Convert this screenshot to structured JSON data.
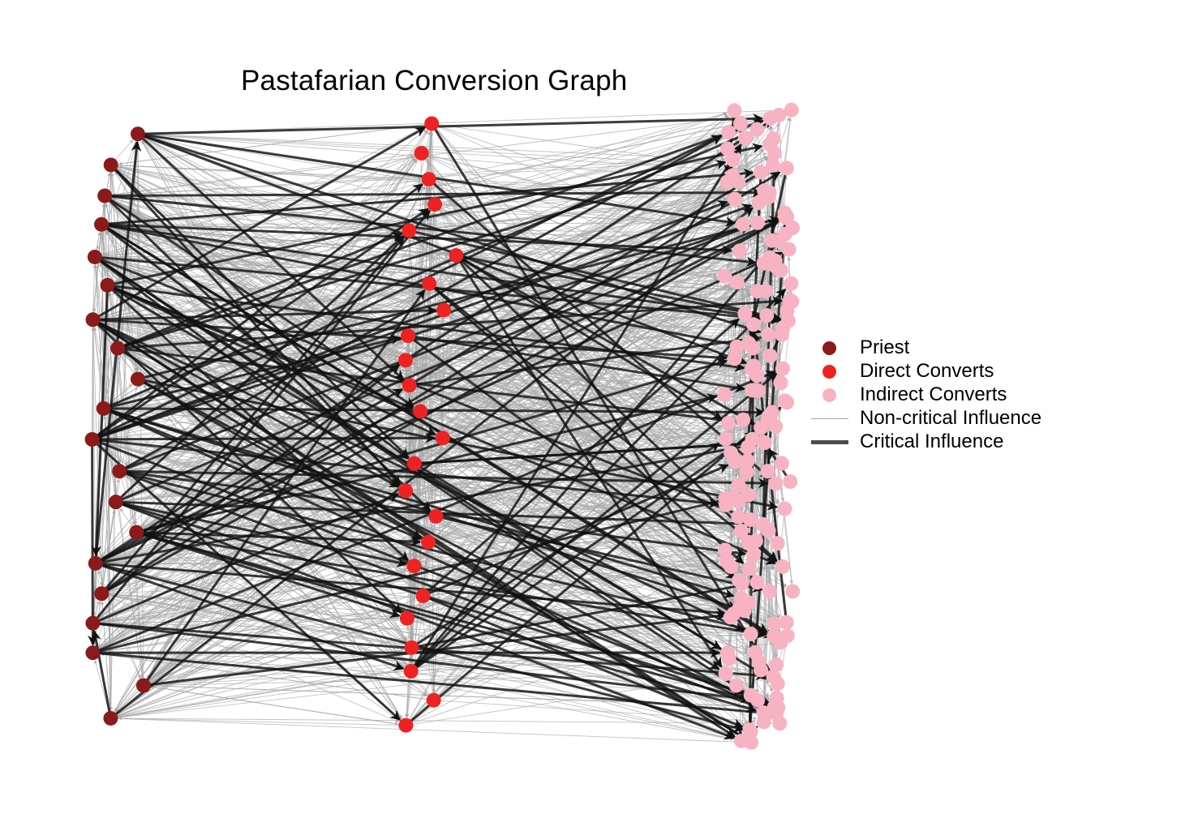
{
  "title": "Pastafarian Conversion Graph",
  "colors": {
    "priest": "#8b1a1a",
    "direct": "#ee2222",
    "indirect": "#f7b3c2",
    "noncritical": "#a8a8a8",
    "critical": "#111111"
  },
  "legend": {
    "items": [
      {
        "label": "Priest",
        "kind": "node",
        "role": "priest"
      },
      {
        "label": "Direct Converts",
        "kind": "node",
        "role": "direct"
      },
      {
        "label": "Indirect Converts",
        "kind": "node",
        "role": "indirect"
      },
      {
        "label": "Non-critical Influence",
        "kind": "edge",
        "role": "noncritical"
      },
      {
        "label": "Critical Influence",
        "kind": "edge",
        "role": "critical"
      }
    ]
  },
  "network": {
    "groups": [
      {
        "role": "priest",
        "label": "Priest",
        "count": 20
      },
      {
        "role": "direct",
        "label": "Direct Converts",
        "count": 24
      },
      {
        "role": "indirect",
        "label": "Indirect Converts",
        "count": 150
      }
    ]
  }
}
